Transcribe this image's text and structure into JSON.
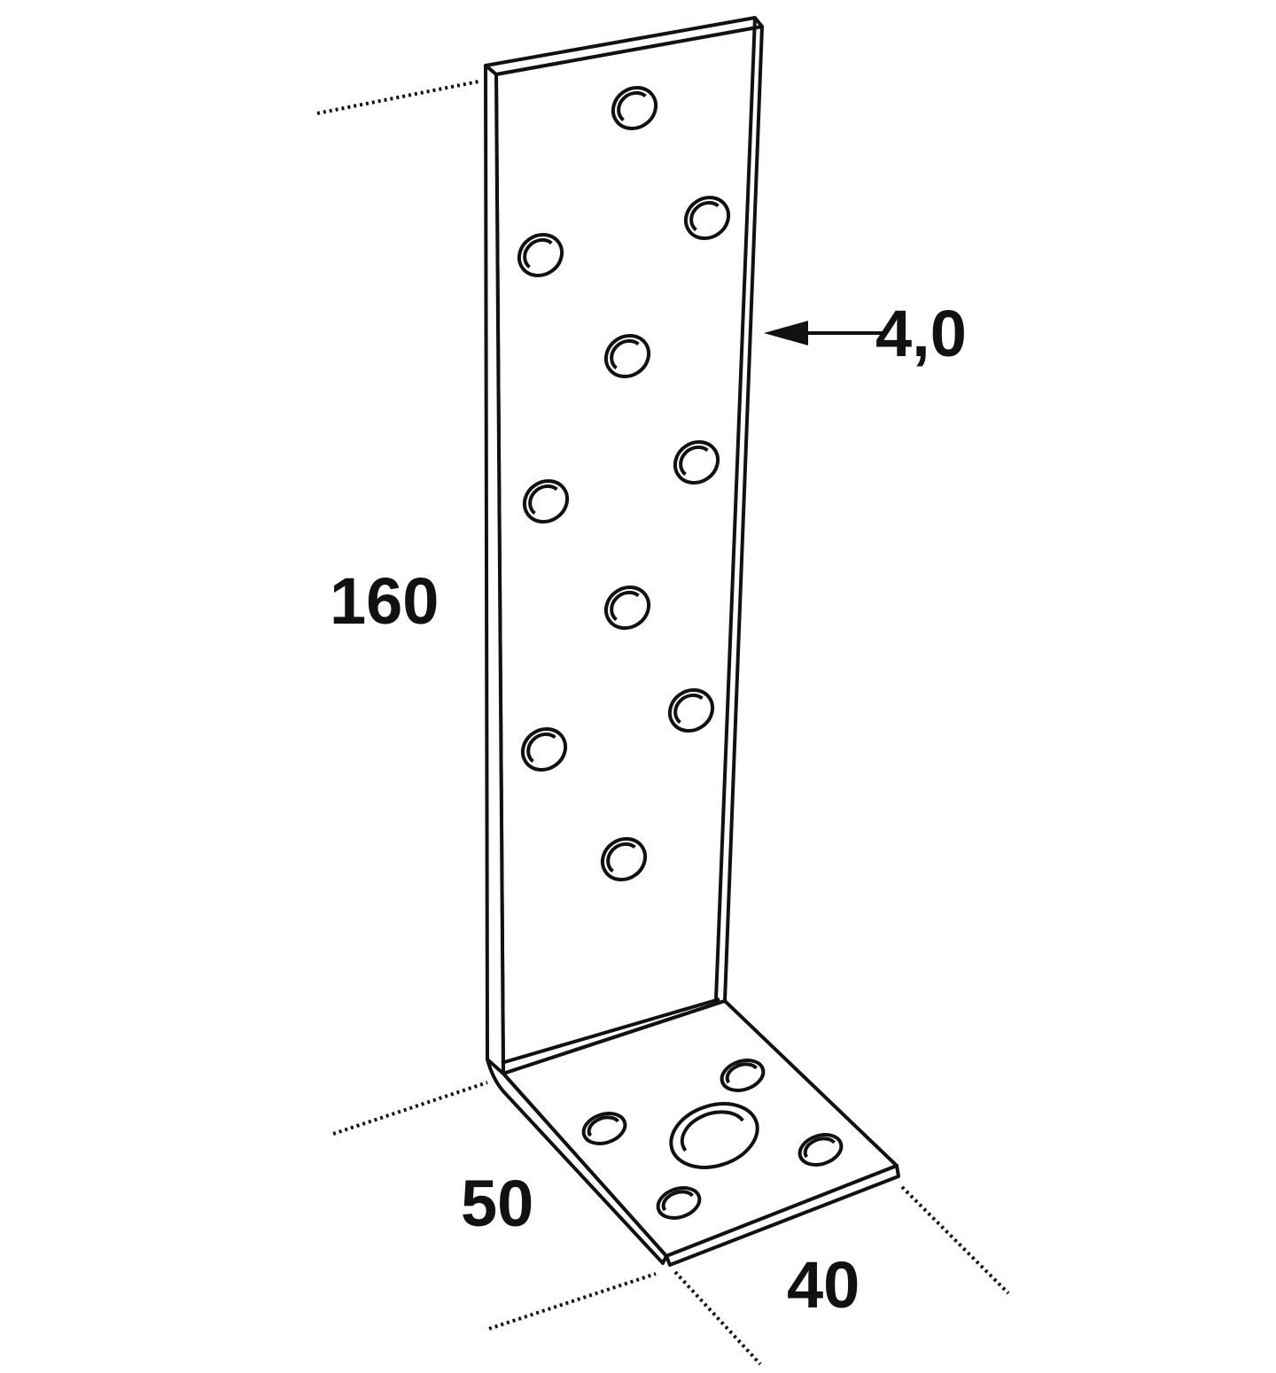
{
  "diagram": {
    "dimensions": {
      "height": "160",
      "thickness": "4,0",
      "depth": "50",
      "width": "40"
    },
    "colors": {
      "stroke": "#111111",
      "fill": "#ffffff",
      "text": "#111111"
    }
  }
}
